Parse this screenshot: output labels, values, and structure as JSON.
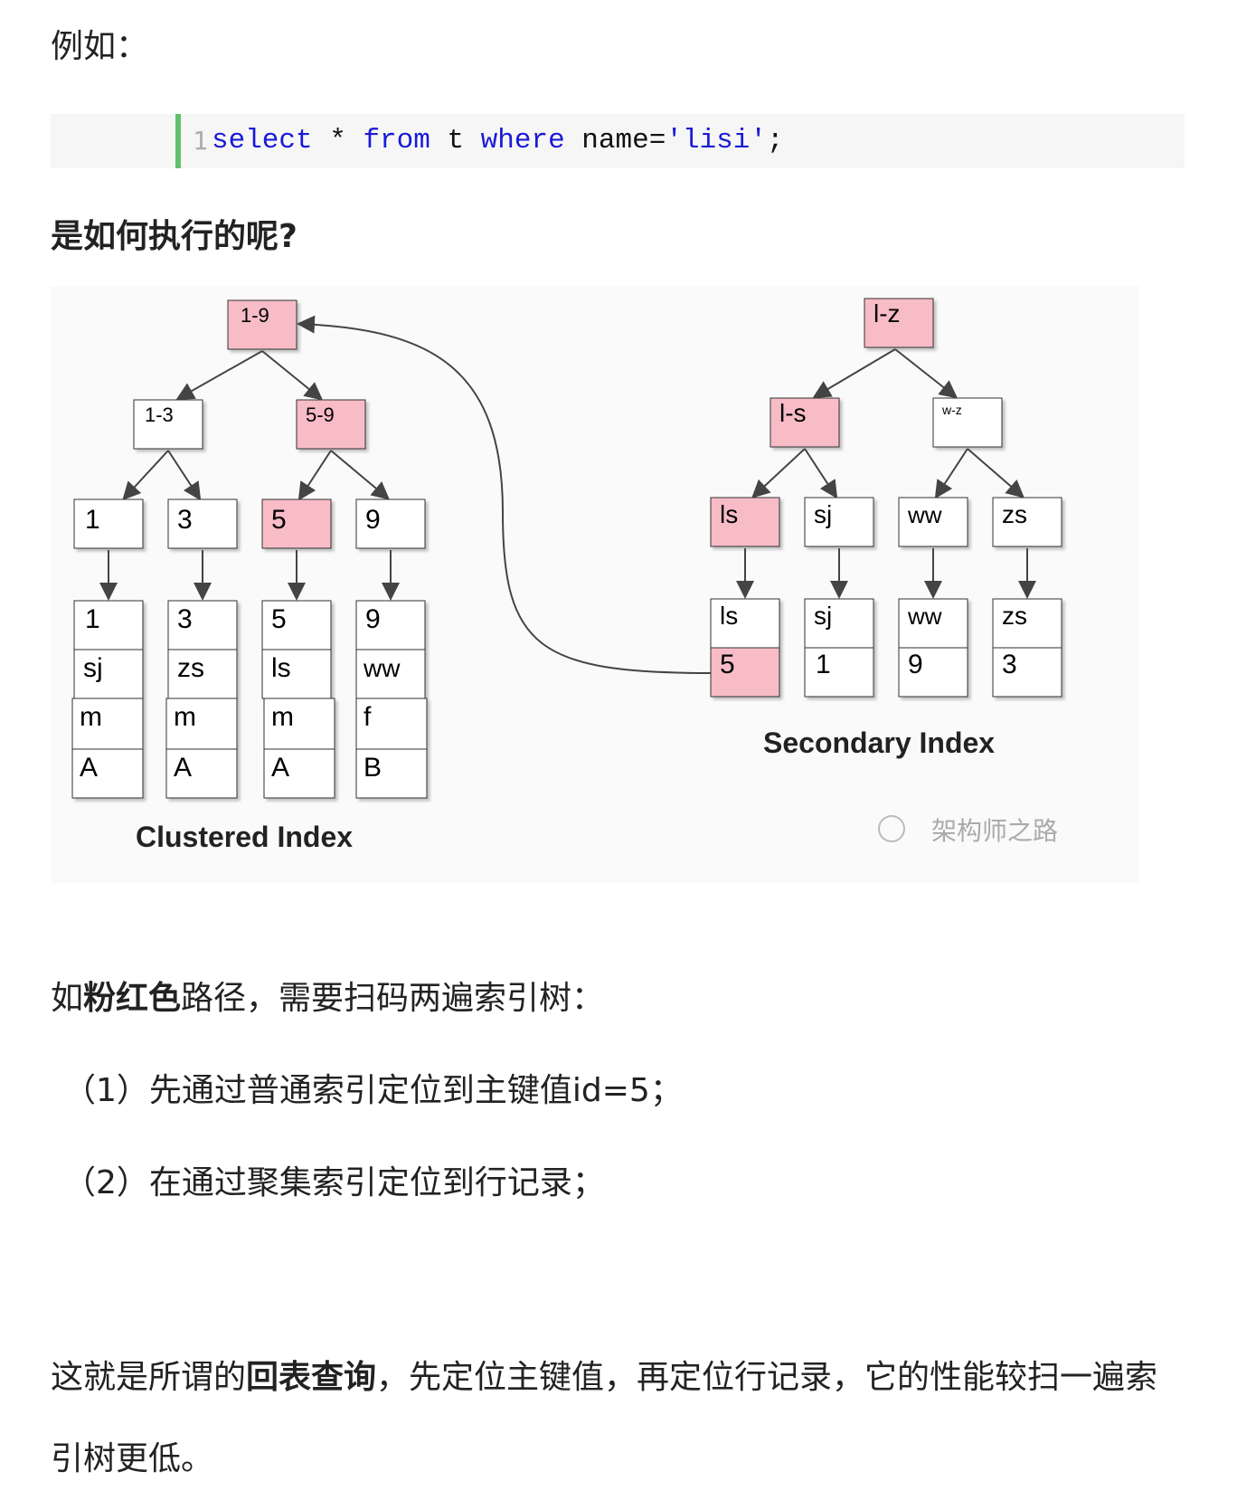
{
  "intro": "例如：",
  "code": {
    "line_number": "1",
    "select": "select",
    "star": " * ",
    "from": "from",
    "t": " t ",
    "where": "where",
    "name": " name=",
    "literal": "'lisi'",
    "semicolon": ";"
  },
  "question": "是如何执行的呢?",
  "figure": {
    "clustered": {
      "root": "1-9",
      "left": "1-3",
      "right": "5-9",
      "keys": [
        "1",
        "3",
        "5",
        "9"
      ],
      "rows": [
        [
          "1",
          "sj",
          "m",
          "A"
        ],
        [
          "3",
          "zs",
          "m",
          "A"
        ],
        [
          "5",
          "ls",
          "m",
          "A"
        ],
        [
          "9",
          "ww",
          "f",
          "B"
        ]
      ],
      "label": "Clustered Index"
    },
    "secondary": {
      "root": "l-z",
      "left": "l-s",
      "right": "w-z",
      "keys": [
        "ls",
        "sj",
        "ww",
        "zs"
      ],
      "rows": [
        [
          "ls",
          "5"
        ],
        [
          "sj",
          "1"
        ],
        [
          "ww",
          "9"
        ],
        [
          "zs",
          "3"
        ]
      ],
      "label": "Secondary Index"
    },
    "watermark": "架构师之路",
    "highlight_color": "#f7bcc6"
  },
  "para1": {
    "prefix": "如",
    "bold": "粉红色",
    "suffix": "路径，需要扫码两遍索引树："
  },
  "step1": "（1）先通过普通索引定位到主键值id=5；",
  "step2": "（2）在通过聚集索引定位到行记录；",
  "summary": {
    "prefix": "这就是所谓的",
    "bold": "回表查询",
    "suffix": "，先定位主键值，再定位行记录，它的性能较扫一遍索引树更低。"
  }
}
